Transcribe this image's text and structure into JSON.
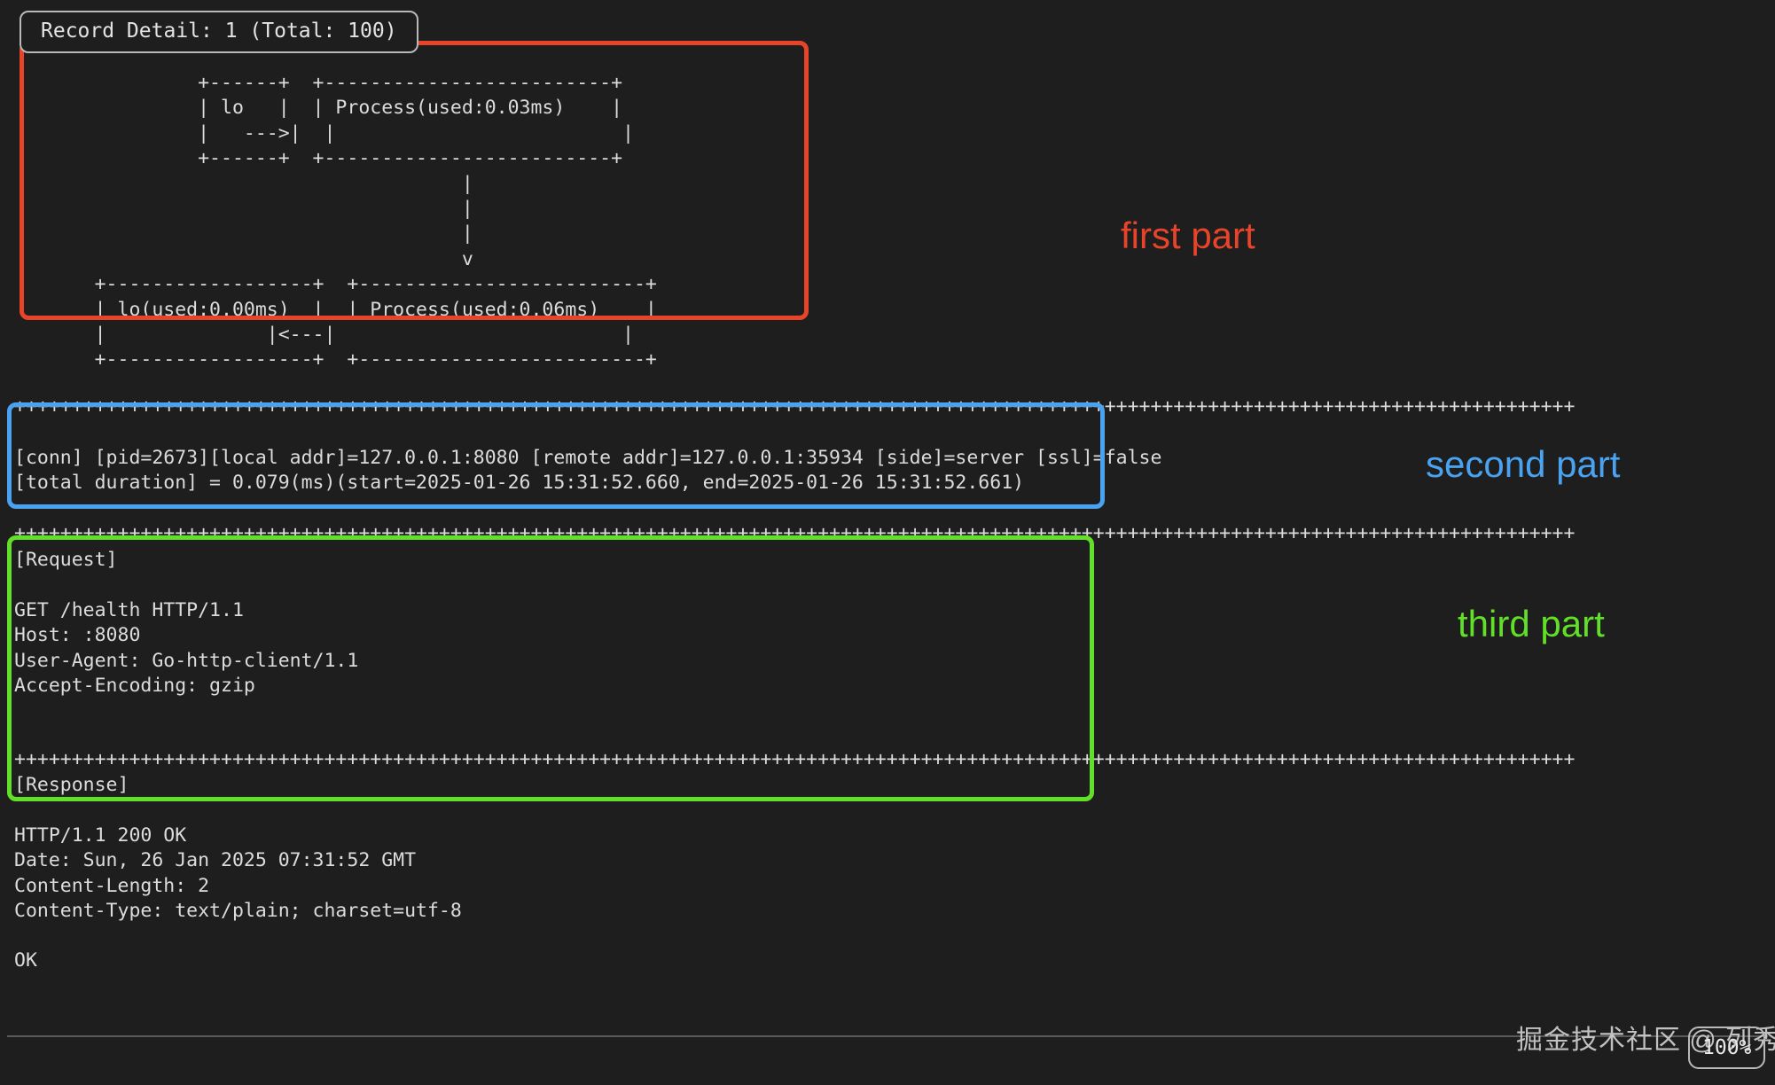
{
  "header": {
    "title": "Record Detail: 1 (Total: 100)"
  },
  "diagram": {
    "ascii": "                +------+  +-------------------------+\n                | lo   |  | Process(used:0.03ms)    |\n                |   --->|  |                         |\n                +------+  +-------------------------+\n                                       |\n                                       |\n                                       |\n                                       v\n       +------------------+  +-------------------------+\n       | lo(used:0.00ms)  |  | Process(used:0.06ms)    |\n       |              |<---|                         |\n       +------------------+  +-------------------------+",
    "nodes": [
      {
        "name": "lo",
        "used": "",
        "position": "top-left"
      },
      {
        "name": "Process(used:0.03ms)",
        "used": "0.03ms",
        "position": "top-right"
      },
      {
        "name": "lo(used:0.00ms)",
        "used": "0.00ms",
        "position": "bottom-left"
      },
      {
        "name": "Process(used:0.06ms)",
        "used": "0.06ms",
        "position": "bottom-right"
      }
    ]
  },
  "separators": {
    "plus_rule": "++++++++++++++++++++++++++++++++++++++++++++++++++++++++++++++++++++++++++++++++++++++++++++++++++++++++++++++++++++++++++++++++++++++++"
  },
  "conn": {
    "line1": "[conn] [pid=2673][local addr]=127.0.0.1:8080 [remote addr]=127.0.0.1:35934 [side]=server [ssl]=false",
    "line2": "[total duration] = 0.079(ms)(start=2025-01-26 15:31:52.660, end=2025-01-26 15:31:52.661)",
    "fields": {
      "pid": "2673",
      "local_addr": "127.0.0.1:8080",
      "remote_addr": "127.0.0.1:35934",
      "side": "server",
      "ssl": "false",
      "total_duration": "0.079(ms)",
      "start": "2025-01-26 15:31:52.660",
      "end": "2025-01-26 15:31:52.661"
    }
  },
  "request": {
    "heading": "[Request]",
    "body": "GET /health HTTP/1.1\nHost: :8080\nUser-Agent: Go-http-client/1.1\nAccept-Encoding: gzip",
    "lines": [
      "GET /health HTTP/1.1",
      "Host: :8080",
      "User-Agent: Go-http-client/1.1",
      "Accept-Encoding: gzip"
    ]
  },
  "response": {
    "heading": "[Response]",
    "body": "HTTP/1.1 200 OK\nDate: Sun, 26 Jan 2025 07:31:52 GMT\nContent-Length: 2\nContent-Type: text/plain; charset=utf-8",
    "lines": [
      "HTTP/1.1 200 OK",
      "Date: Sun, 26 Jan 2025 07:31:52 GMT",
      "Content-Length: 2",
      "Content-Type: text/plain; charset=utf-8"
    ],
    "payload": "OK"
  },
  "annotations": [
    {
      "label": "first part",
      "color": "#e8442a"
    },
    {
      "label": "second part",
      "color": "#4aa3f0"
    },
    {
      "label": "third part",
      "color": "#62e028"
    }
  ],
  "footer": {
    "watermark": "掘金技术社区 @ 列秀",
    "zoom": "100%"
  }
}
